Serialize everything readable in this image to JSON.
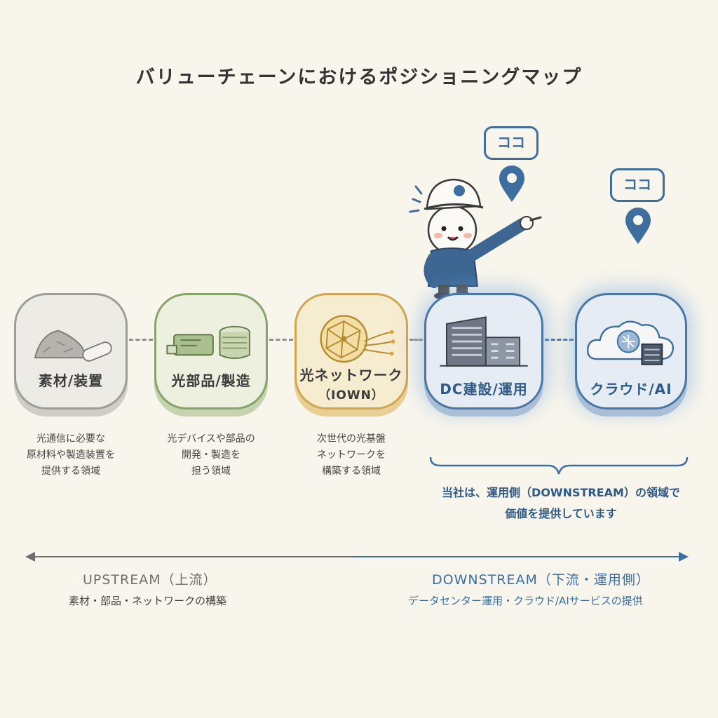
{
  "title": "バリューチェーンにおけるポジショニングマップ",
  "stages": [
    {
      "label": "素材/装置",
      "description": [
        "光通信に必要な",
        "原材料や製造装置を",
        "提供する領域"
      ]
    },
    {
      "label": "光部品/製造",
      "description": [
        "光デバイスや部品の",
        "開発・製造を",
        "担う領域"
      ]
    },
    {
      "label": "光ネットワーク",
      "label_sub": "（IOWN）",
      "description": [
        "次世代の光基盤",
        "ネットワークを",
        "構築する領域"
      ]
    },
    {
      "label": "DC建設/運用"
    },
    {
      "label": "クラウド/AI"
    }
  ],
  "markers": {
    "bubble_text": "ココ"
  },
  "company_note": [
    "当社は、運用側（DOWNSTREAM）の領域で",
    "価値を提供しています"
  ],
  "upstream": {
    "label": "UPSTREAM（上流）",
    "sub": "素材・部品・ネットワークの構築"
  },
  "downstream": {
    "label": "DOWNSTREAM（下流・運用側）",
    "sub": "データセンター運用・クラウド/AIサービスの提供"
  },
  "colors": {
    "upstream": "#6e6e6e",
    "downstream": "#3d6e9e",
    "stage1": "#9c9c98",
    "stage2": "#86a468",
    "stage3": "#d1a64e",
    "stage4": "#4a76a6",
    "stage5": "#4a76a6"
  },
  "icons": [
    "rock-pile-icon",
    "optical-module-icon",
    "fiber-network-icon",
    "building-icon",
    "cloud-ai-icon",
    "location-pin-icon",
    "mascot-engineer-icon"
  ]
}
